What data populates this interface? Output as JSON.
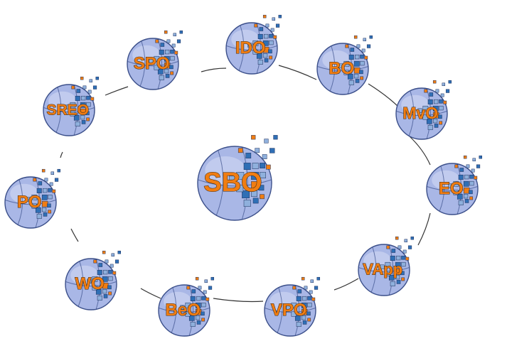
{
  "diagram": {
    "center": {
      "id": "sbo",
      "label": "SBO"
    },
    "nodes": [
      {
        "id": "ido",
        "label": "IDO"
      },
      {
        "id": "bo",
        "label": "BO"
      },
      {
        "id": "mvo",
        "label": "MvO"
      },
      {
        "id": "eo",
        "label": "EO"
      },
      {
        "id": "vapp",
        "label": "VApp"
      },
      {
        "id": "vpo",
        "label": "VPO"
      },
      {
        "id": "beo",
        "label": "BeO"
      },
      {
        "id": "wo",
        "label": "WO"
      },
      {
        "id": "po",
        "label": "PO"
      },
      {
        "id": "sreo",
        "label": "SREO"
      },
      {
        "id": "spo",
        "label": "SPO"
      }
    ],
    "icon": "handball-pixel-icon",
    "colors": {
      "ball_fill": "#a9b7e6",
      "ball_light": "#d6ddf4",
      "ball_stroke": "#3b4f8a",
      "pixel_blue": "#2f6fb5",
      "pixel_light": "#8fb0dc",
      "pixel_orange": "#f07d12",
      "label_fill": "#f07d12",
      "connector": "#333333"
    }
  }
}
